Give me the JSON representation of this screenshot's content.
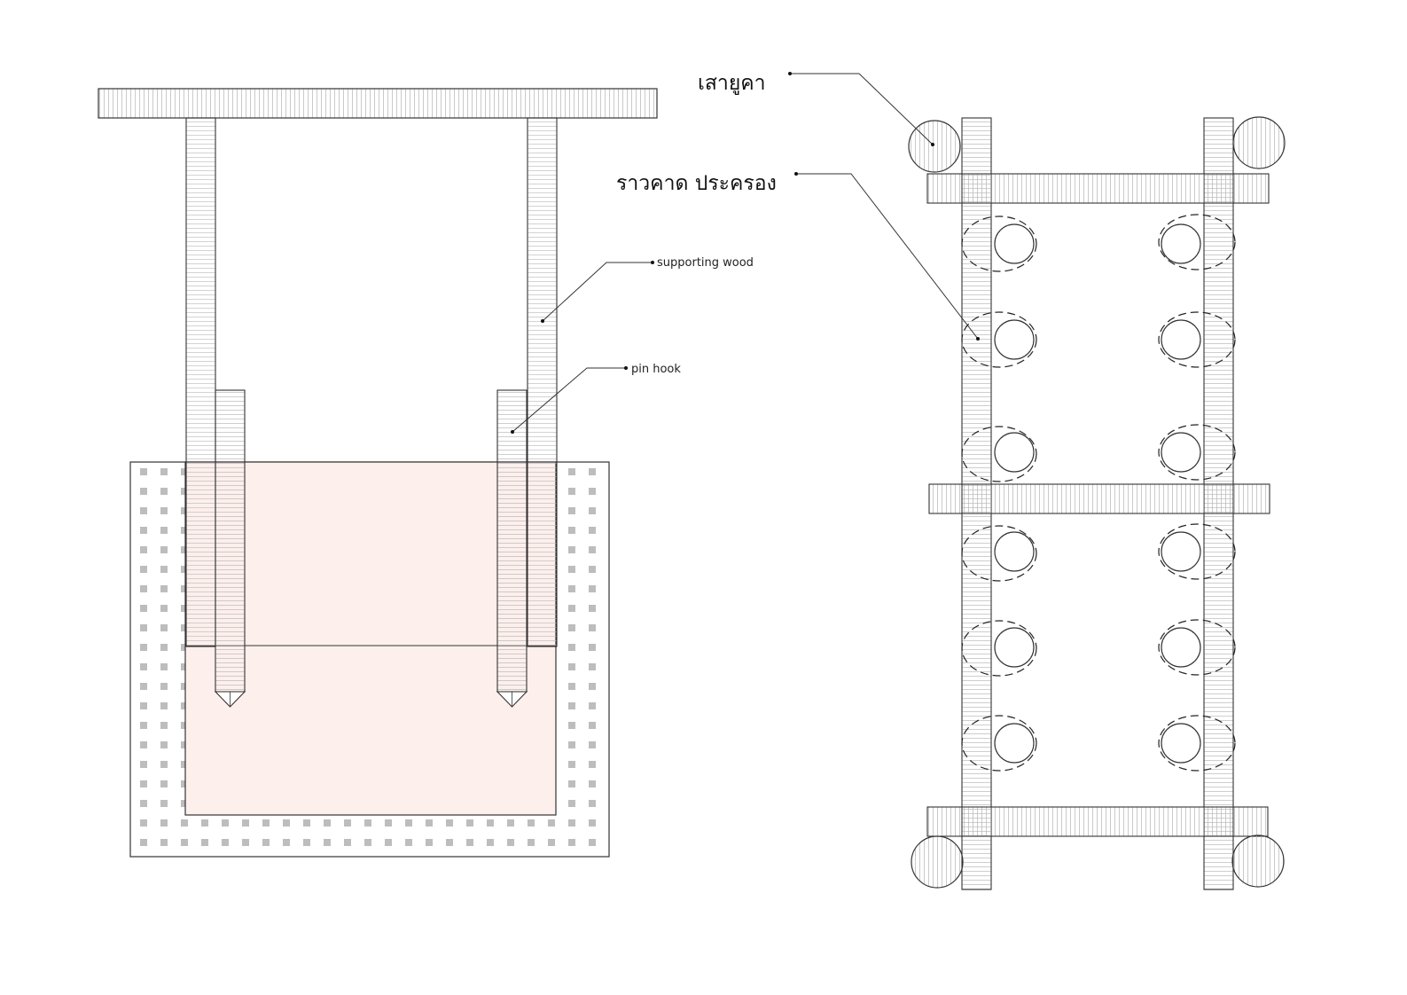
{
  "colors": {
    "line": "#333333",
    "hatch": "#bdbdbd",
    "dot": "#bdbdbd",
    "water": "#fdefec",
    "dash": "#222222"
  },
  "labels": {
    "supporting_wood": "supporting wood",
    "pin_hook": "pin hook",
    "post": "เสายูคา",
    "rail": "ราวคาด ประครอง"
  }
}
